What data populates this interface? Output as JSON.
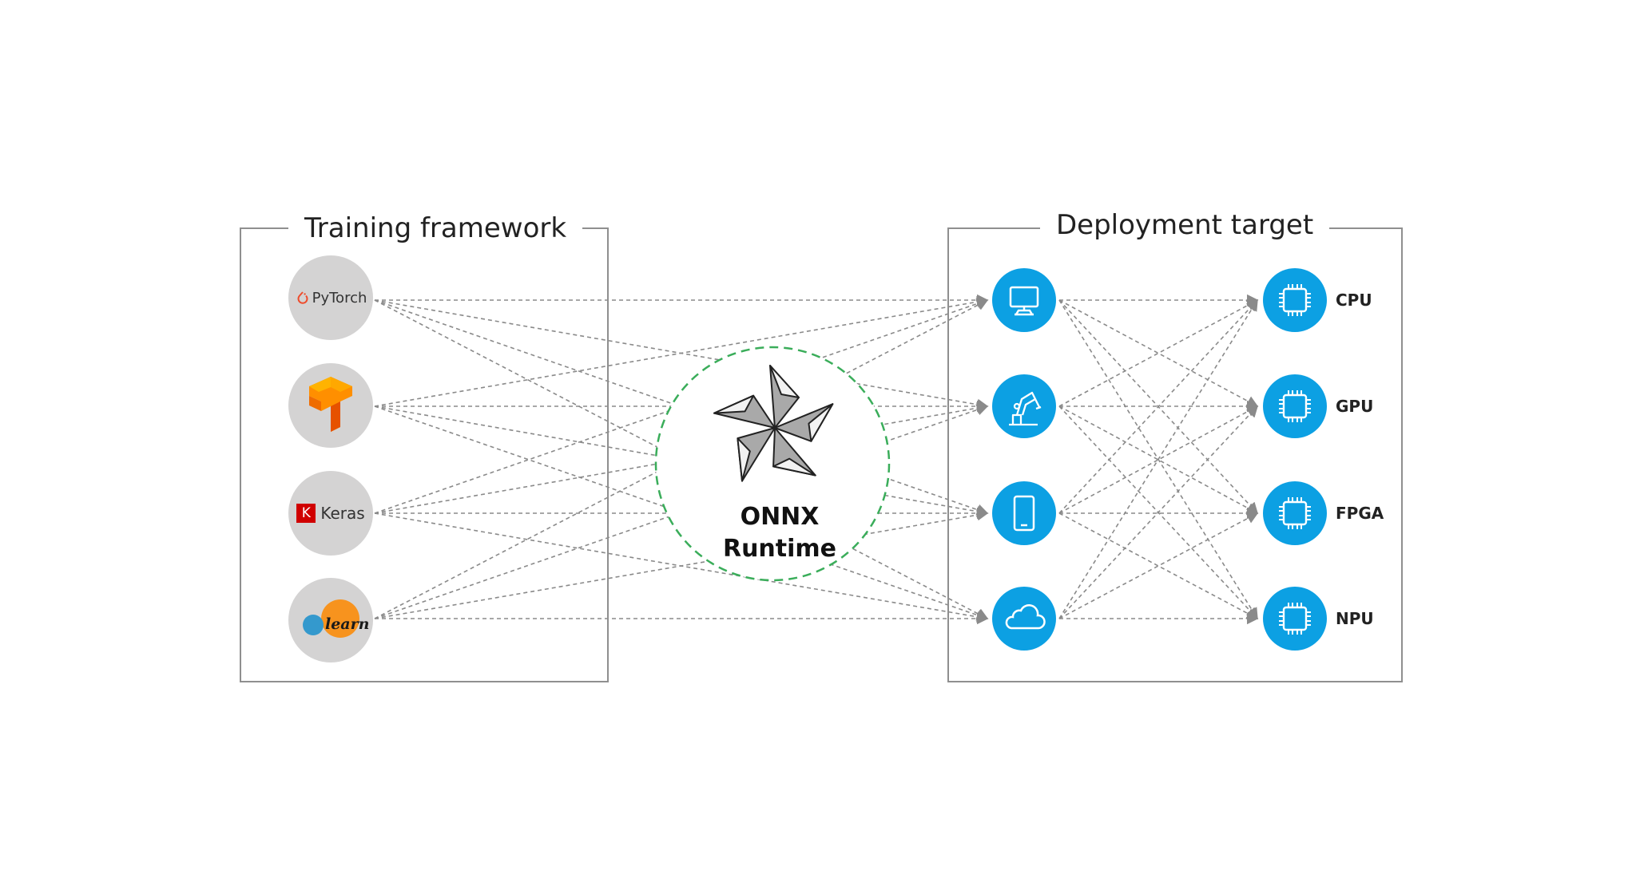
{
  "groups": {
    "training": {
      "title": "Training framework"
    },
    "deployment": {
      "title": "Deployment target"
    }
  },
  "frameworks": [
    {
      "name": "PyTorch",
      "icon": "pytorch-logo"
    },
    {
      "name": "TensorFlow",
      "icon": "tensorflow-logo"
    },
    {
      "name": "Keras",
      "icon": "keras-logo",
      "badge": "K"
    },
    {
      "name": "scikit-learn",
      "icon": "scikit-learn-logo",
      "logo_text": "learn"
    }
  ],
  "runtime": {
    "line1": "ONNX",
    "line2": "Runtime",
    "icon": "onnx-pinwheel-logo"
  },
  "targets": [
    {
      "icon": "desktop-icon"
    },
    {
      "icon": "robot-arm-icon"
    },
    {
      "icon": "mobile-icon"
    },
    {
      "icon": "cloud-icon"
    }
  ],
  "hardware": [
    {
      "label": "CPU",
      "icon": "chip-icon"
    },
    {
      "label": "GPU",
      "icon": "chip-icon"
    },
    {
      "label": "FPGA",
      "icon": "chip-icon"
    },
    {
      "label": "NPU",
      "icon": "chip-icon"
    }
  ],
  "colors": {
    "accent_blue": "#0ca0e3",
    "framework_circle": "#d4d3d3",
    "runtime_border": "#3aad5a",
    "arrow": "#8a8a8a",
    "pytorch": "#ee4c2c",
    "keras": "#d00000",
    "tensorflow": "#ff8f00",
    "sklearn_orange": "#f7931e",
    "sklearn_blue": "#3499cd"
  }
}
